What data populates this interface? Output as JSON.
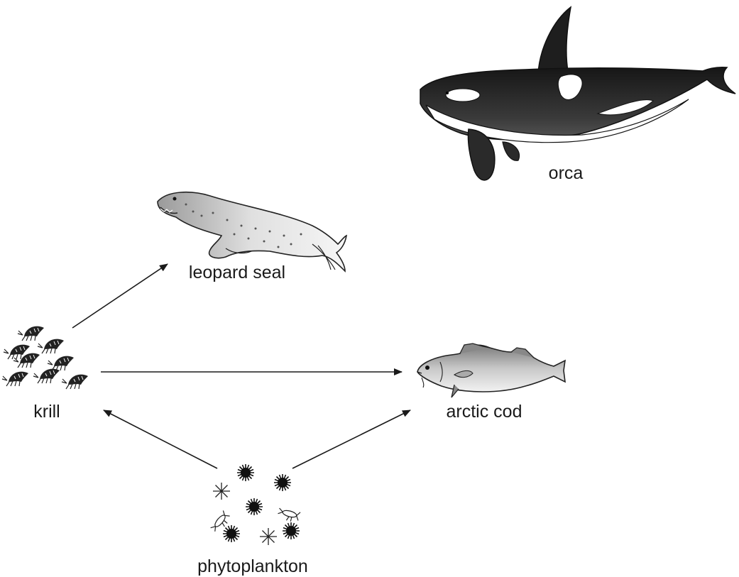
{
  "organisms": {
    "orca": {
      "label": "orca",
      "icon": "orca-icon"
    },
    "leopard_seal": {
      "label": "leopard seal",
      "icon": "leopard-seal-icon"
    },
    "krill": {
      "label": "krill",
      "icon": "krill-icon"
    },
    "arctic_cod": {
      "label": "arctic cod",
      "icon": "arctic-cod-icon"
    },
    "phytoplankton": {
      "label": "phytoplankton",
      "icon": "phytoplankton-icon"
    }
  },
  "arrows": [
    {
      "from": "krill",
      "to": "leopard seal"
    },
    {
      "from": "krill",
      "to": "arctic cod"
    },
    {
      "from": "phytoplankton",
      "to": "krill"
    },
    {
      "from": "phytoplankton",
      "to": "arctic cod"
    }
  ],
  "colors": {
    "line": "#1a1a1a",
    "orca_body": "#2e2e2e",
    "seal_body": "#d9d9d9",
    "cod_body": "#c2c2c2"
  }
}
